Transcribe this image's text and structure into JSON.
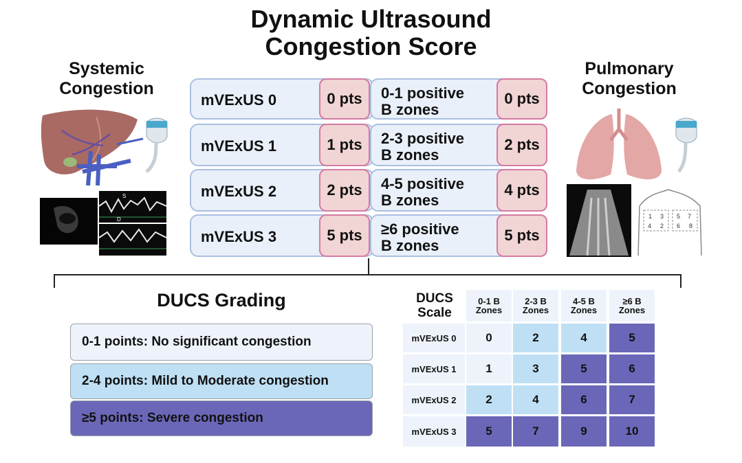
{
  "title": [
    "Dynamic Ultrasound",
    "Congestion Score"
  ],
  "systemic_title": [
    "Systemic",
    "Congestion"
  ],
  "pulmonary_title": [
    "Pulmonary",
    "Congestion"
  ],
  "mvexus_rows": [
    {
      "label": "mVExUS 0",
      "points": "0 pts"
    },
    {
      "label": "mVExUS 1",
      "points": "1 pts"
    },
    {
      "label": "mVExUS 2",
      "points": "2 pts"
    },
    {
      "label": "mVExUS 3",
      "points": "5 pts"
    }
  ],
  "bzone_rows": [
    {
      "label": [
        "0-1 positive",
        "B zones"
      ],
      "points": "0 pts"
    },
    {
      "label": [
        "2-3 positive",
        "B zones"
      ],
      "points": "2 pts"
    },
    {
      "label": [
        "4-5 positive",
        "B zones"
      ],
      "points": "4 pts"
    },
    {
      "label": [
        "≥6 positive",
        "B zones"
      ],
      "points": "5 pts"
    }
  ],
  "grading": {
    "title": "DUCS Grading",
    "levels": [
      {
        "text": "0-1 points: No significant congestion",
        "color": "#eef3fb"
      },
      {
        "text": "2-4 points: Mild to Moderate congestion",
        "color": "#bfe0f4"
      },
      {
        "text": "≥5 points: Severe congestion",
        "color": "#6b67b8"
      }
    ]
  },
  "scale": {
    "title": [
      "DUCS",
      "Scale"
    ],
    "columns": [
      [
        "0-1 B",
        "Zones"
      ],
      [
        "2-3 B",
        "Zones"
      ],
      [
        "4-5 B",
        "Zones"
      ],
      [
        "≥6 B",
        "Zones"
      ]
    ],
    "rows": [
      {
        "label": "mVExUS 0",
        "values": [
          "0",
          "2",
          "4",
          "5"
        ]
      },
      {
        "label": "mVExUS 1",
        "values": [
          "1",
          "3",
          "5",
          "6"
        ]
      },
      {
        "label": "mVExUS 2",
        "values": [
          "2",
          "4",
          "6",
          "7"
        ]
      },
      {
        "label": "mVExUS 3",
        "values": [
          "5",
          "7",
          "9",
          "10"
        ]
      }
    ]
  },
  "illustrations": {
    "doppler_labels": [
      "S",
      "D"
    ],
    "chest_zone_numbers": [
      "1",
      "2",
      "3",
      "4",
      "5",
      "6",
      "7",
      "8"
    ]
  },
  "colors": {
    "none": "#eef3fb",
    "mild": "#bfe0f4",
    "severe": "#6b67b8",
    "row_box": "#eaf0fa",
    "pts_box": "#f1d4d4",
    "pts_border": "#d57aa1"
  }
}
